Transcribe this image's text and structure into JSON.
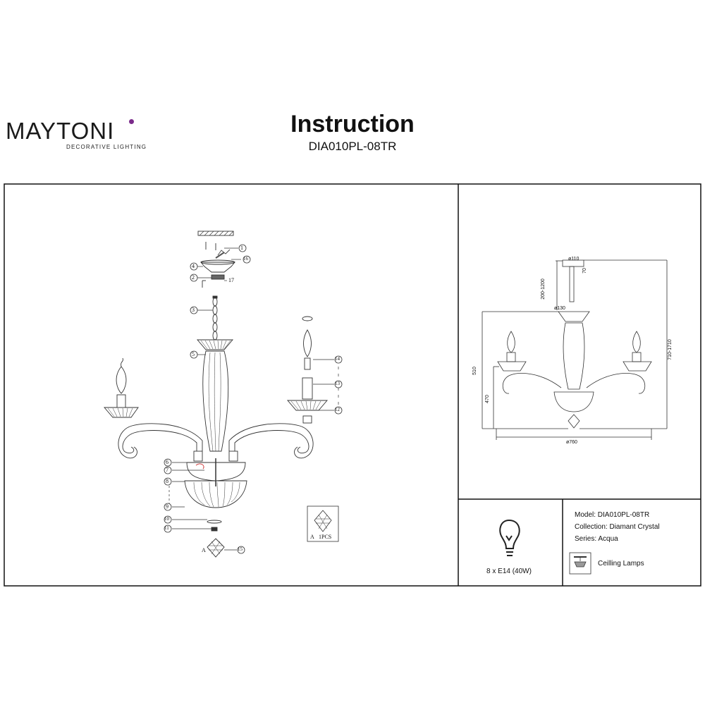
{
  "brand": {
    "name": "MAYTONI",
    "tagline": "DECORATIVE LIGHTING"
  },
  "header": {
    "title": "Instruction",
    "model_code": "DIA010PL-08TR"
  },
  "parts": {
    "callouts": [
      "1",
      "2",
      "3",
      "4",
      "5",
      "6",
      "7",
      "8",
      "9",
      "10",
      "11",
      "12",
      "13",
      "14",
      "15",
      "16",
      "17"
    ],
    "crystal_ref": "A",
    "kit_letter": "A",
    "kit_count": "1PCS"
  },
  "dimensions": {
    "canopy": "ø110",
    "canopy_h": "70",
    "chain": "200-1200",
    "top_cup": "ø130",
    "height_left": "510",
    "height_mid": "470",
    "height_right": "710-1710",
    "width": "ø760"
  },
  "info": {
    "model": "Model: DIA010PL-08TR",
    "collection": "Collection: Diamant Crystal",
    "series": "Series: Acqua",
    "category": "Ceilling Lamps",
    "bulb": "8 x E14 (40W)"
  },
  "icons": [
    "bulb-icon",
    "ceiling-lamp-icon",
    "crystal-icon"
  ]
}
